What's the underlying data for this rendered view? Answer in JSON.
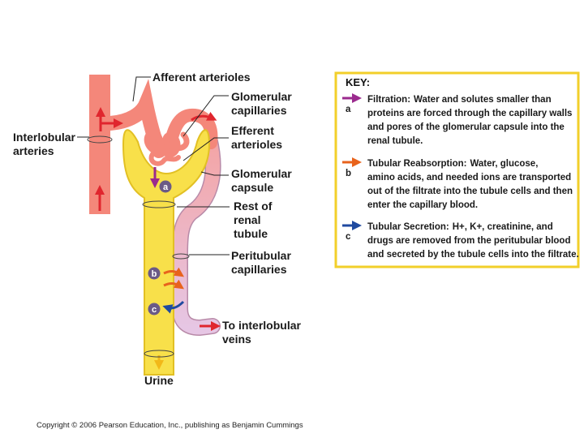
{
  "labels": {
    "afferent": "Afferent arterioles",
    "glomerular_capillaries": [
      "Glomerular",
      "capillaries"
    ],
    "efferent": [
      "Efferent",
      "arterioles"
    ],
    "glomerular_capsule": [
      "Glomerular",
      "capsule"
    ],
    "rest_of_tubule": [
      "Rest of",
      "renal",
      "tubule"
    ],
    "peritubular": [
      "Peritubular",
      "capillaries"
    ],
    "interlobular_veins": [
      "To interlobular",
      "veins"
    ],
    "interlobular_arteries": [
      "Interlobular",
      "arteries"
    ],
    "urine": "Urine"
  },
  "markers": {
    "a": "a",
    "b": "b",
    "c": "c"
  },
  "key": {
    "title": "KEY:",
    "items": [
      {
        "letter": "a",
        "heading": "Filtration:",
        "color": "#9b2a8e",
        "lines": [
          "Water and solutes smaller than",
          "proteins are forced through the capillary walls",
          "and pores of the glomerular capsule into the",
          "renal tubule."
        ]
      },
      {
        "letter": "b",
        "heading": "Tubular Reabsorption:",
        "color": "#e8631c",
        "lines": [
          "Water, glucose,",
          "amino acids, and needed ions are transported",
          "out of the filtrate into the tubule cells and then",
          "enter the capillary blood."
        ]
      },
      {
        "letter": "c",
        "heading": "Tubular Secretion:",
        "color": "#1f4aa0",
        "lines": [
          "H+, K+, creatinine, and",
          "drugs are removed from  the peritubular blood",
          "and secreted by the tubule cells into the filtrate."
        ]
      }
    ]
  },
  "copyright": "Copyright © 2006 Pearson Education, Inc., publishing as Benjamin Cummings",
  "colors": {
    "artery": "#f4877a",
    "tubule": "#f8e04a",
    "tubule_edge": "#e2c024",
    "vein": "#e8c0dc",
    "key_border": "#f2cf2a",
    "marker_fill": "#6b5a86",
    "red_arrow": "#e0262e",
    "orange_arrow": "#e8631c",
    "blue_arrow": "#1f4aa0",
    "purple_arrow": "#9b2a8e"
  }
}
